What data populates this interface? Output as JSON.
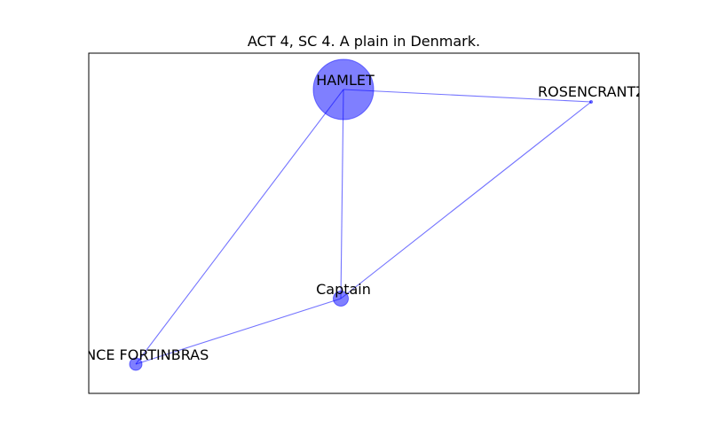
{
  "figure": {
    "title": "ACT 4, SC 4. A plain in Denmark."
  },
  "colors": {
    "node_fill": "#0000ff",
    "edge": "#0000ff",
    "axes_frame": "#000000",
    "background": "#ffffff"
  },
  "graph": {
    "nodes": [
      {
        "id": "hamlet",
        "label": "HAMLET",
        "weight": "large"
      },
      {
        "id": "rosencrantz",
        "label": "ROSENCRANTZ",
        "weight": "tiny"
      },
      {
        "id": "captain",
        "label": "Captain",
        "weight": "small"
      },
      {
        "id": "fortinbras",
        "label": "PRINCE FORTINBRAS",
        "weight": "small"
      }
    ],
    "edges": [
      {
        "source": "hamlet",
        "target": "rosencrantz"
      },
      {
        "source": "hamlet",
        "target": "captain"
      },
      {
        "source": "hamlet",
        "target": "fortinbras"
      },
      {
        "source": "captain",
        "target": "rosencrantz"
      },
      {
        "source": "captain",
        "target": "fortinbras"
      }
    ]
  }
}
